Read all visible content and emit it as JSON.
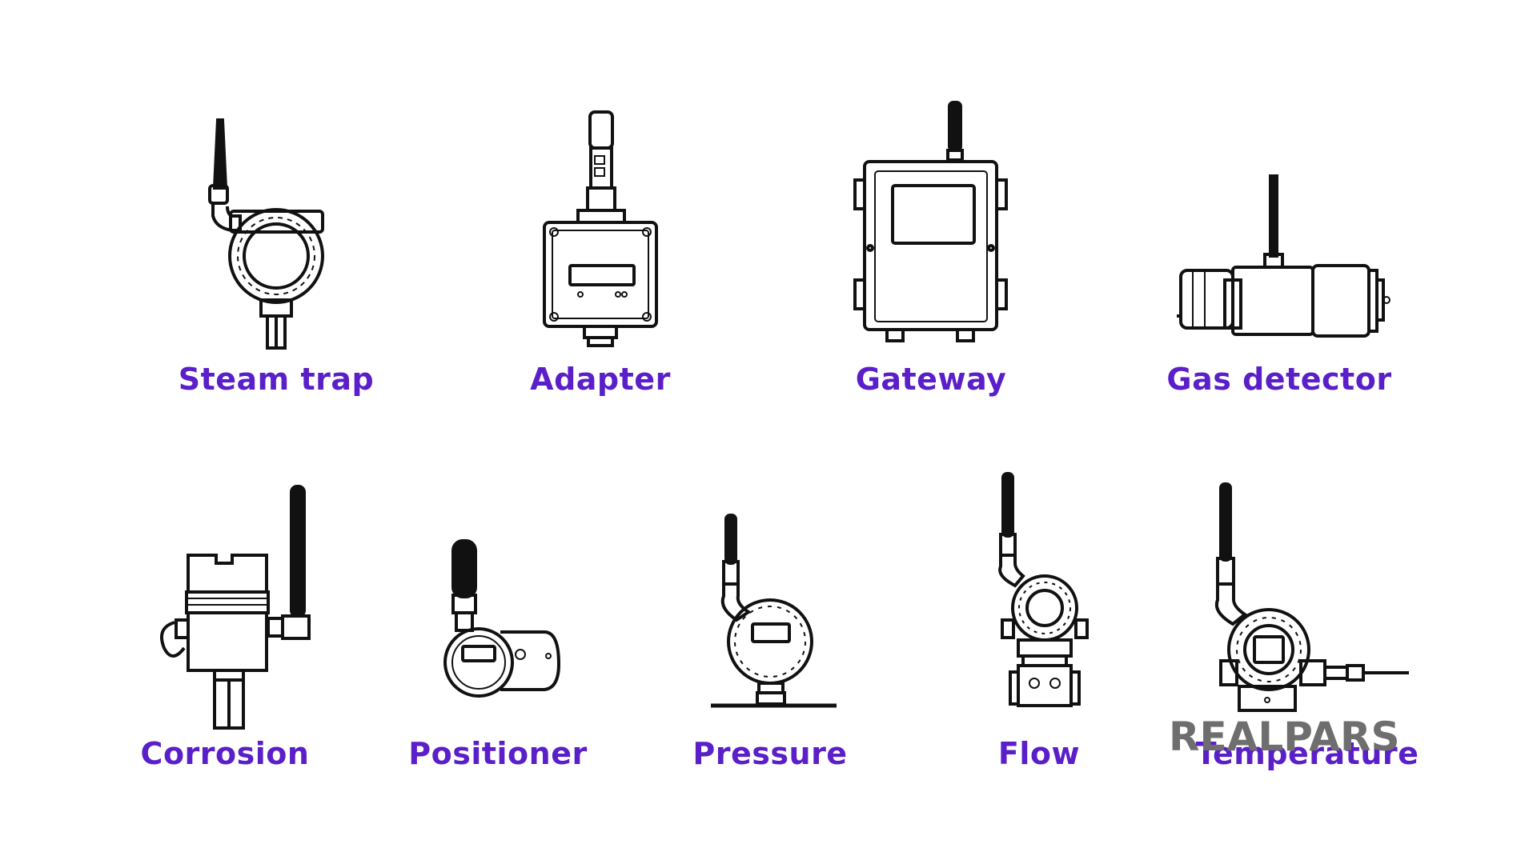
{
  "devices": [
    {
      "label": "Steam trap",
      "icon": "steam-trap-icon"
    },
    {
      "label": "Adapter",
      "icon": "adapter-icon"
    },
    {
      "label": "Gateway",
      "icon": "gateway-icon"
    },
    {
      "label": "Gas detector",
      "icon": "gas-detector-icon"
    },
    {
      "label": "Corrosion",
      "icon": "corrosion-icon"
    },
    {
      "label": "Positioner",
      "icon": "positioner-icon"
    },
    {
      "label": "Pressure",
      "icon": "pressure-icon"
    },
    {
      "label": "Flow",
      "icon": "flow-icon"
    },
    {
      "label": "Temperature",
      "icon": "temperature-icon"
    }
  ],
  "logo": {
    "text": "REALPARS",
    "color": "#6e6e6e"
  },
  "colors": {
    "label": "#5a1fc9",
    "line": "#111111"
  }
}
